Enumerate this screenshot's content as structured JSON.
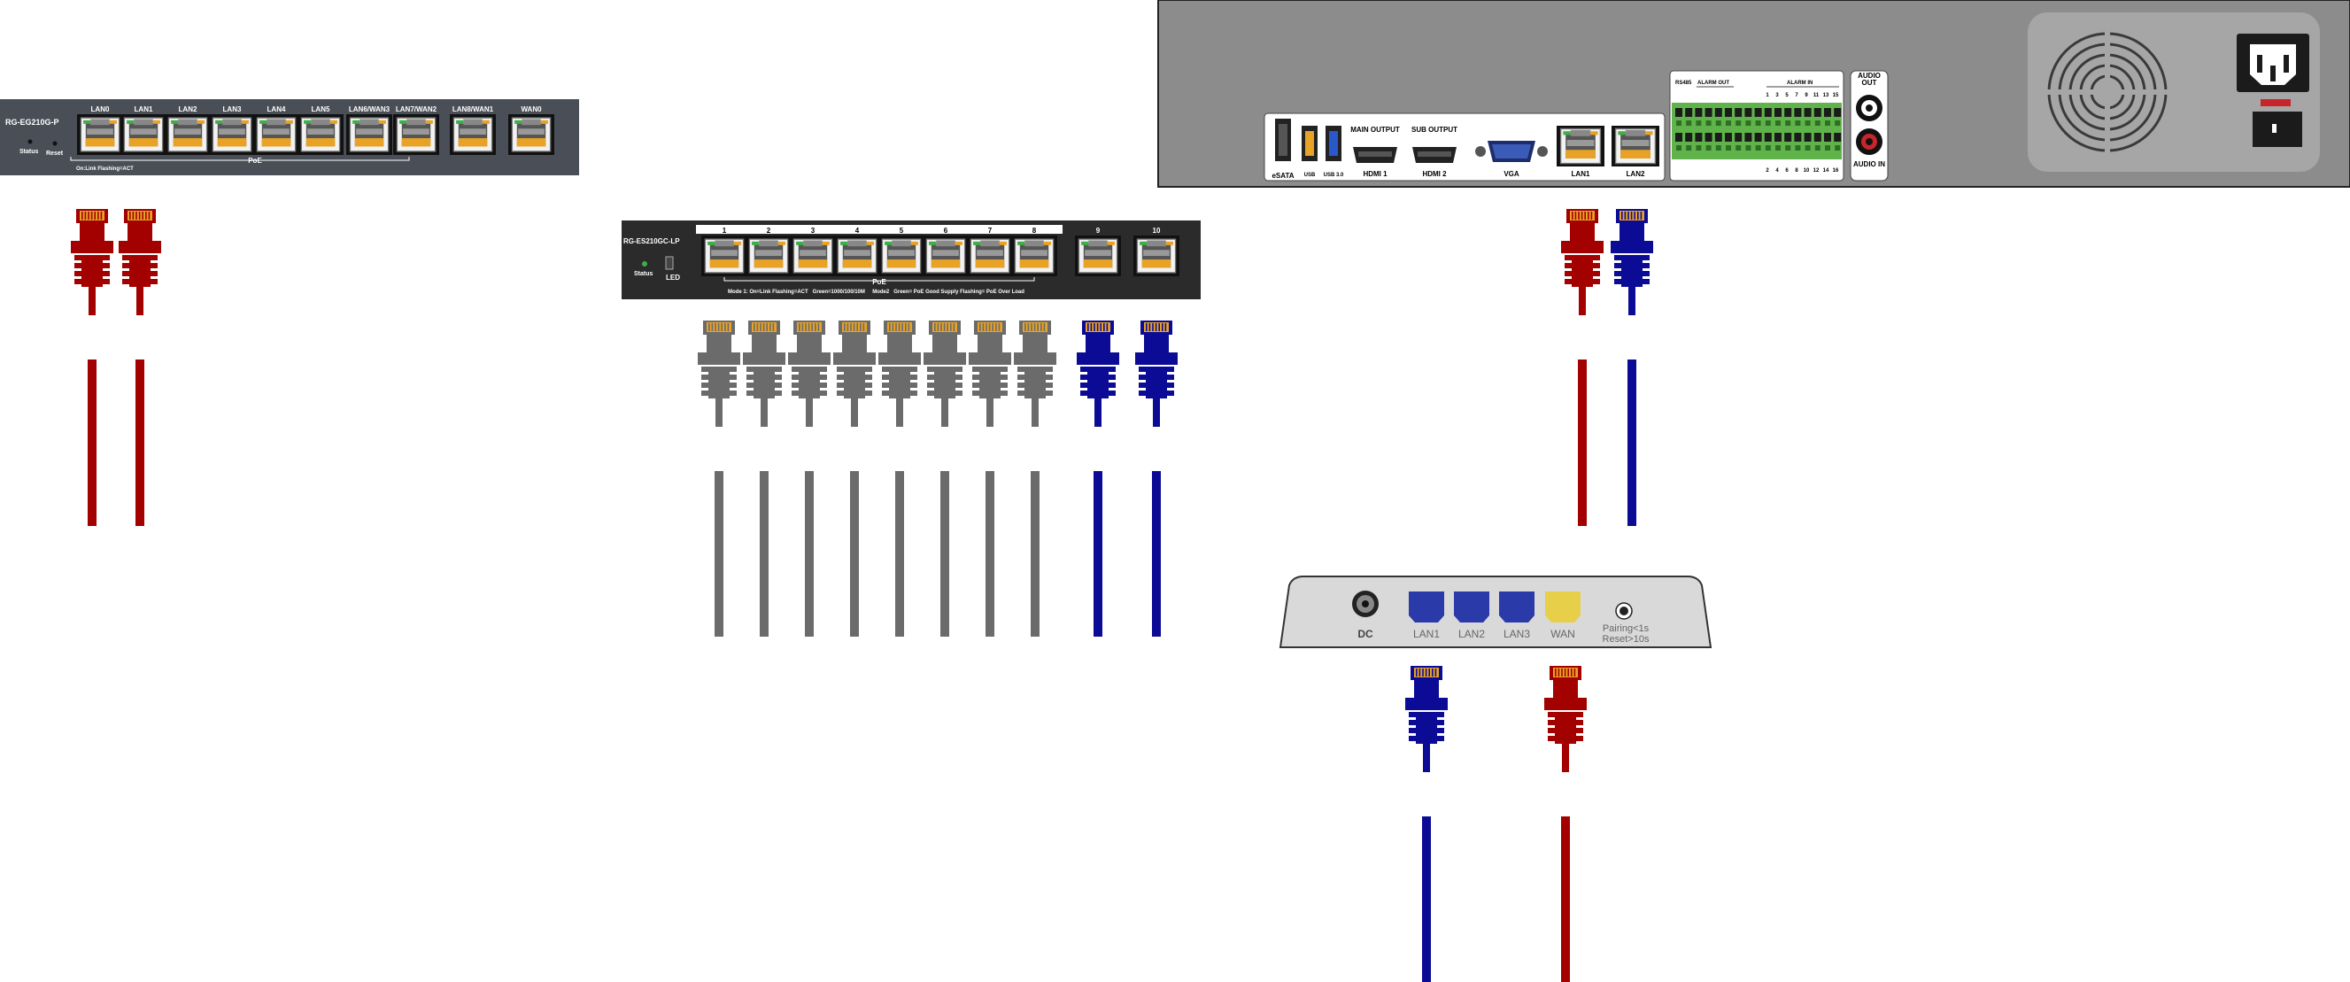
{
  "router": {
    "model": "RG-EG210G-P",
    "status_label": "Status",
    "reset_label": "Reset",
    "ports": [
      "LAN0",
      "LAN1",
      "LAN2",
      "LAN3",
      "LAN4",
      "LAN5",
      "LAN6/WAN3",
      "LAN7/WAN2",
      "LAN8/WAN1",
      "WAN0"
    ],
    "poe_label": "PoE",
    "legend": "On:Link Flashing=ACT"
  },
  "switch": {
    "model": "RG-ES210GC-LP",
    "status_label": "Status",
    "led_label": "LED",
    "ports": [
      "1",
      "2",
      "3",
      "4",
      "5",
      "6",
      "7",
      "8",
      "9",
      "10"
    ],
    "poe_label": "PoE",
    "legend": "Mode 1: On=Link Flashing=ACT   Green=1000/100/10M     Mode2   Green= PoE Good Supply Flashing= PoE Over Load"
  },
  "nvr": {
    "esata_label": "eSATA",
    "usb_label": "USB",
    "usb3_label": "USB 3.0",
    "main_output_label": "MAIN OUTPUT",
    "hdmi1_label": "HDMI 1",
    "sub_output_label": "SUB OUTPUT",
    "hdmi2_label": "HDMI 2",
    "vga_label": "VGA",
    "lan1_label": "LAN1",
    "lan2_label": "LAN2",
    "rs485_label": "RS485",
    "alarm_out_label": "ALARM OUT",
    "alarm_in_label": "ALARM IN",
    "alarm_in_top": [
      "1",
      "3",
      "5",
      "7",
      "9",
      "11",
      "13",
      "15"
    ],
    "alarm_in_bottom": [
      "2",
      "4",
      "6",
      "8",
      "10",
      "12",
      "14",
      "16"
    ],
    "audio_out_label": "AUDIO OUT",
    "audio_in_label": "AUDIO IN"
  },
  "ap": {
    "dc_label": "DC",
    "ports": [
      "LAN1",
      "LAN2",
      "LAN3",
      "WAN"
    ],
    "pairing_label": "Pairing<1s",
    "reset_label": "Reset>10s"
  },
  "cables": {
    "router": [
      "red",
      "red"
    ],
    "switch": [
      "gray",
      "gray",
      "gray",
      "gray",
      "gray",
      "gray",
      "gray",
      "gray",
      "blue",
      "blue"
    ],
    "nvr": [
      "red",
      "blue"
    ],
    "ap": [
      "blue",
      "red"
    ]
  },
  "colors": {
    "red": "#a30000",
    "blue": "#0b0b96",
    "gray": "#6b6b6b",
    "router_panel": "#4a4f57",
    "switch_panel": "#2b2b2b",
    "nvr_chassis": "#8c8c8c",
    "ap_body": "#d9d9d9",
    "ap_blue_port": "#2a3aa8",
    "ap_yellow_port": "#e8cf4a",
    "terminal_green": "#5fb34a"
  }
}
